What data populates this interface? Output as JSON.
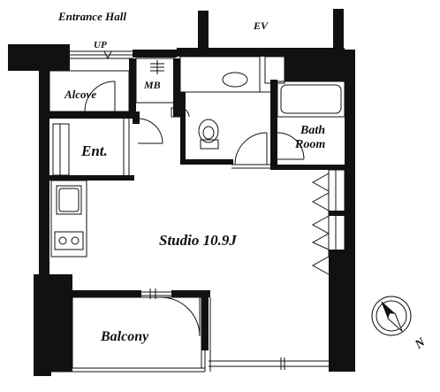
{
  "labels": {
    "entrance_hall": "Entrance Hall",
    "ev": "EV",
    "up": "UP",
    "alcove": "Alcove",
    "mb": "MB",
    "ent": "Ent.",
    "bath_line1": "Bath",
    "bath_line2": "Room",
    "studio": "Studio 10.9J",
    "balcony": "Balcony",
    "north": "N"
  },
  "icons": {
    "compass": "north-compass-icon"
  },
  "colors": {
    "wall": "#111111",
    "background": "#ffffff"
  }
}
